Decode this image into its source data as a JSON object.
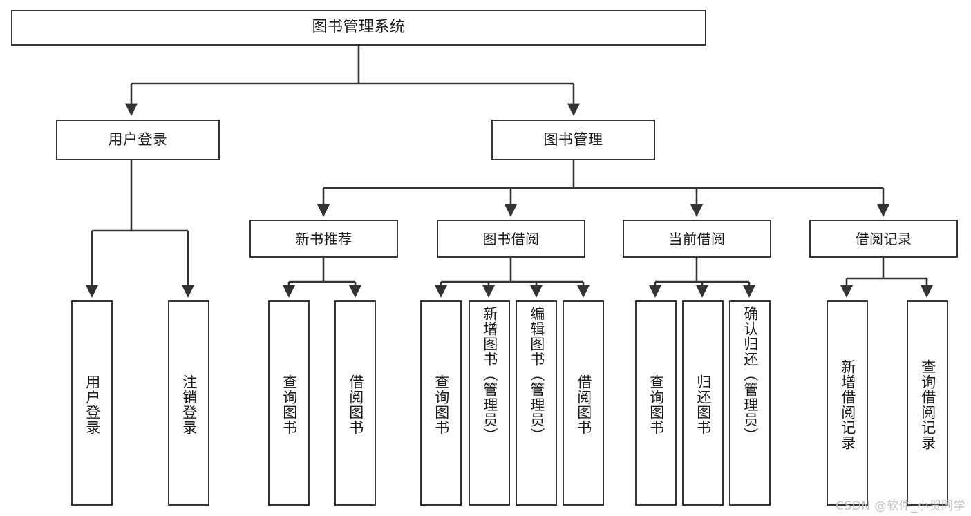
{
  "diagram": {
    "type": "tree-hierarchy",
    "title": "图书管理系统",
    "colors": {
      "background": "#ffffff",
      "box_border": "#353535",
      "box_fill": "#ffffff",
      "connector": "#333333",
      "text": "#1c1c1c",
      "watermark": "#c2c2c2"
    },
    "root": {
      "label": "图书管理系统"
    },
    "level2": [
      {
        "label": "用户登录"
      },
      {
        "label": "图书管理"
      }
    ],
    "level3": [
      {
        "label": "新书推荐"
      },
      {
        "label": "图书借阅"
      },
      {
        "label": "当前借阅"
      },
      {
        "label": "借阅记录"
      }
    ],
    "leaves": {
      "user_login": [
        {
          "label": "用户登录"
        },
        {
          "label": "注销登录"
        }
      ],
      "new_book_recommend": [
        {
          "label": "查询图书"
        },
        {
          "label": "借阅图书"
        }
      ],
      "book_borrow": [
        {
          "label": "查询图书"
        },
        {
          "label": "新增图书（管理员）"
        },
        {
          "label": "编辑图书（管理员）"
        },
        {
          "label": "借阅图书"
        }
      ],
      "current_borrow": [
        {
          "label": "查询图书"
        },
        {
          "label": "归还图书"
        },
        {
          "label": "确认归还（管理员）"
        }
      ],
      "borrow_record": [
        {
          "label": "新增借阅记录"
        },
        {
          "label": "查询借阅记录"
        }
      ]
    }
  },
  "watermark": {
    "text": "CSDN @软件_小贺同学"
  }
}
